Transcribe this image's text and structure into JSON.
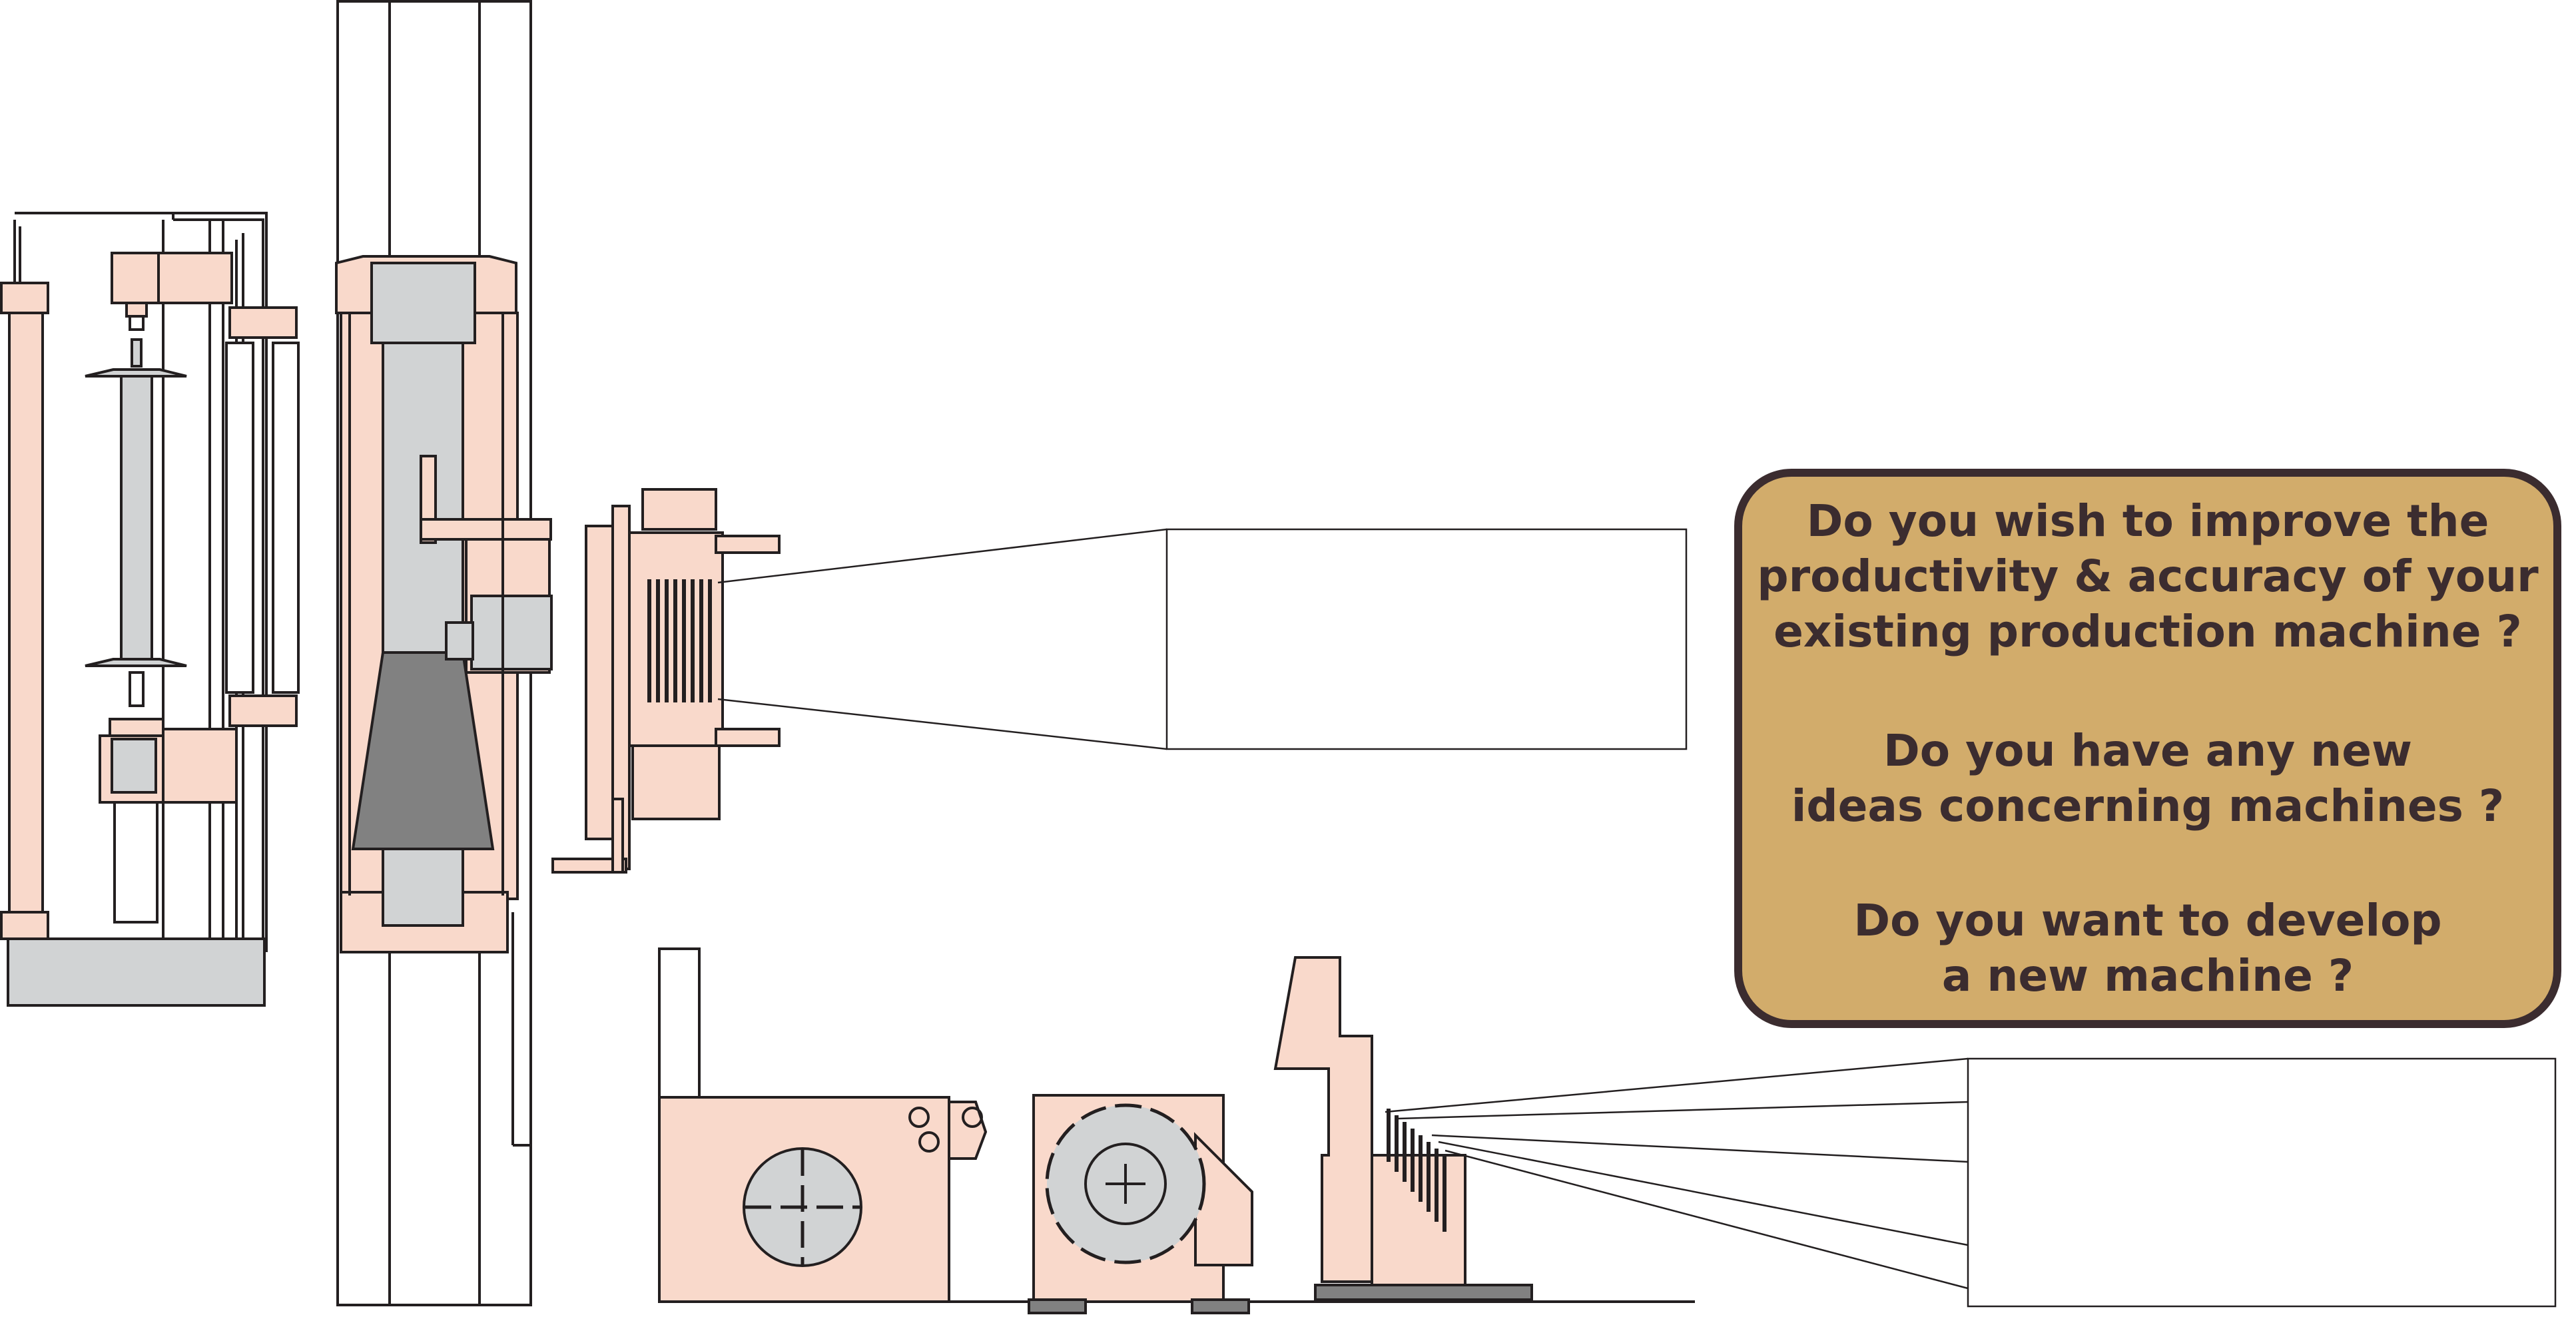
{
  "callout": {
    "line1": "Do you wish to improve the",
    "line2": "productivity & accuracy of your",
    "line3": "existing production machine ?",
    "line4": "Do you have any new",
    "line5": "ideas concerning machines ?",
    "line6": "Do you want to develop",
    "line7": "a new machine ?"
  },
  "colors": {
    "fill_salmon": "#f9d9cb",
    "fill_grey": "#d1d3d4",
    "fill_dark": "#818181",
    "callout_fill": "#d2ac6b",
    "callout_border": "#3b2c2f",
    "outline": "#231f20"
  }
}
